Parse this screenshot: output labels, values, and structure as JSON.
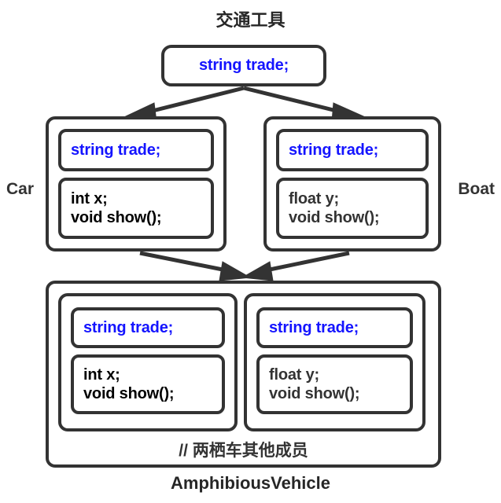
{
  "diagram": {
    "title": "交通工具",
    "bottom_label": "AmphibiousVehicle",
    "left_label": "Car",
    "right_label": "Boat",
    "colors": {
      "border": "#333333",
      "attribute_text": "#1414ff",
      "method_text_black": "#000000",
      "method_text_gray": "#333333",
      "background": "#ffffff"
    }
  },
  "root": {
    "name": "交通工具",
    "attribute": "string trade;"
  },
  "car": {
    "name": "Car",
    "attribute": "string trade;",
    "member": "int x;",
    "method": "void show();"
  },
  "boat": {
    "name": "Boat",
    "attribute": "string trade;",
    "member": "float y;",
    "method": "void show();"
  },
  "amphibious": {
    "name": "AmphibiousVehicle",
    "comment": "// 两栖车其他成员",
    "car_part": {
      "attribute": "string trade;",
      "member": "int x;",
      "method": "void show();"
    },
    "boat_part": {
      "attribute": "string trade;",
      "member": "float y;",
      "method": "void show();"
    }
  },
  "edges": [
    {
      "name": "root-to-car",
      "from": "交通工具",
      "to": "Car"
    },
    {
      "name": "root-to-boat",
      "from": "交通工具",
      "to": "Boat"
    },
    {
      "name": "car-to-amphibious",
      "from": "Car",
      "to": "AmphibiousVehicle"
    },
    {
      "name": "boat-to-amphibious",
      "from": "Boat",
      "to": "AmphibiousVehicle"
    }
  ]
}
